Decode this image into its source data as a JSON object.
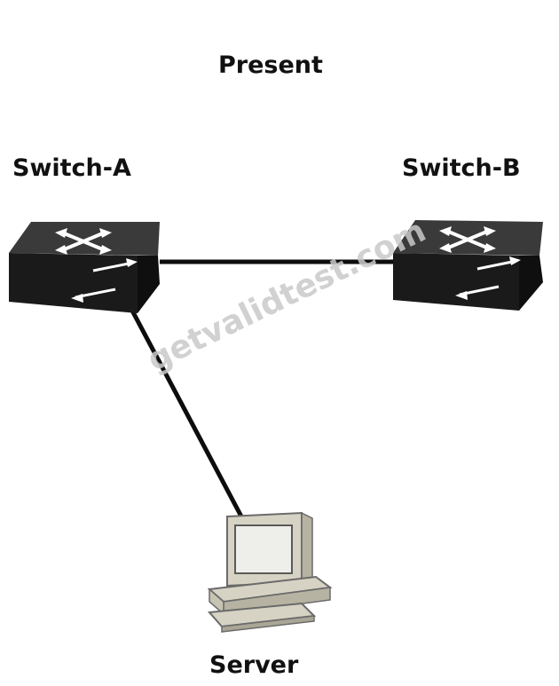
{
  "title": "Present",
  "nodes": {
    "switch_a": {
      "label": "Switch-A"
    },
    "switch_b": {
      "label": "Switch-B"
    },
    "server": {
      "label": "Server"
    }
  },
  "links": [
    {
      "from": "Switch-A",
      "to": "Switch-B"
    },
    {
      "from": "Switch-A",
      "to": "Server"
    }
  ],
  "watermark": "getvalidtest.com",
  "colors": {
    "switch_body": "#1a1a1a",
    "link": "#0d0d0d",
    "pc_beige": "#d6d3c4"
  }
}
